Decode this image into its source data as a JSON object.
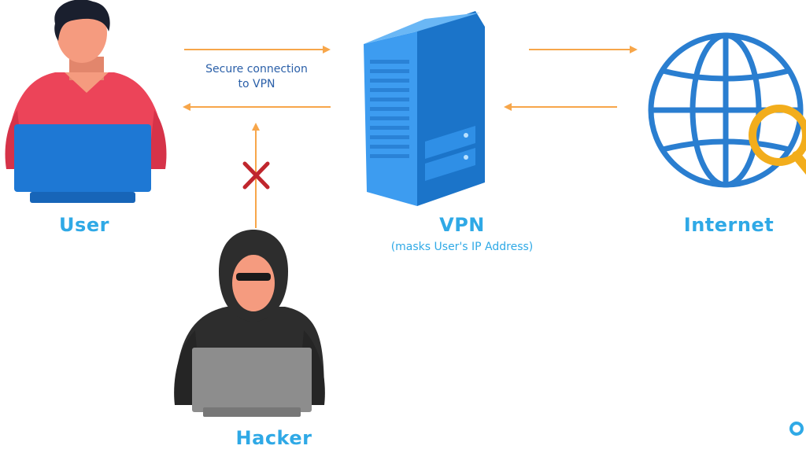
{
  "nodes": {
    "user": {
      "label": "User"
    },
    "vpn": {
      "label": "VPN",
      "sublabel": "(masks User's IP Address)"
    },
    "internet": {
      "label": "Internet"
    },
    "hacker": {
      "label": "Hacker"
    }
  },
  "connection": {
    "line1": "Secure connection",
    "line2": "to VPN"
  },
  "colors": {
    "arrow": "#f7a64a",
    "label": "#2fa9e6",
    "connection_text": "#2a5fa8",
    "user_shirt": "#ec4459",
    "user_laptop": "#1e78d4",
    "server": "#2f8fe6",
    "globe": "#2a7ed0",
    "magnifier": "#f2ad1c",
    "hacker_hood": "#2d2d2d",
    "hacker_laptop": "#8d8d8d",
    "block_x": "#c0262d",
    "skin": "#f59b7f"
  }
}
